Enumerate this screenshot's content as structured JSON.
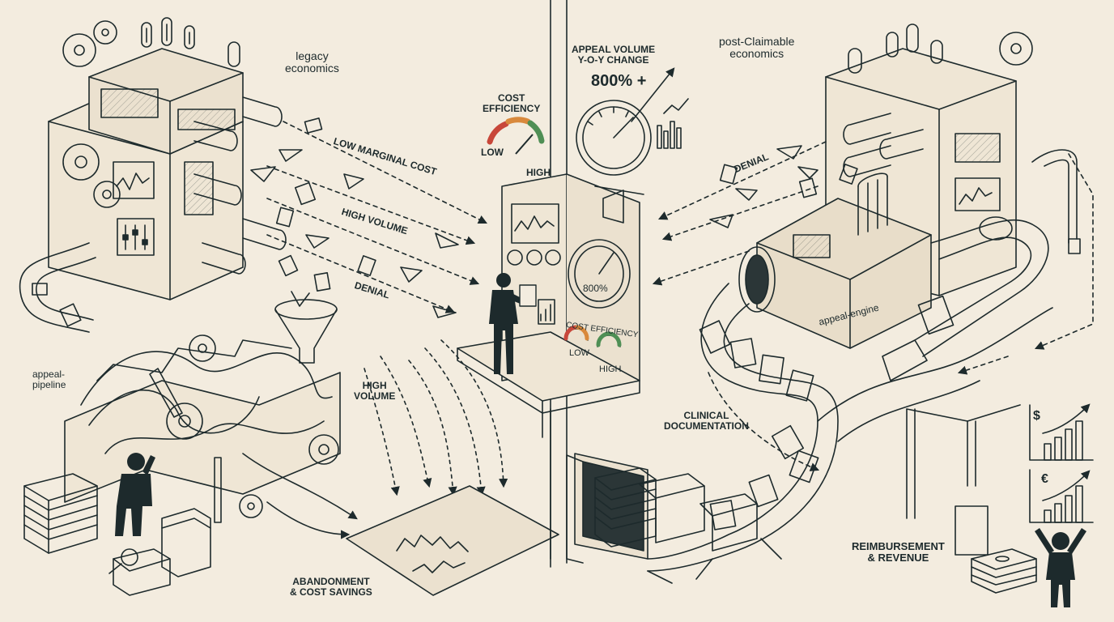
{
  "labels": {
    "legacy_economics": "legacy\neconomics",
    "post_economics": "post-Claimable\neconomics",
    "low_marginal_cost": "LOW MARGINAL COST",
    "high_volume_left": "HIGH VOLUME",
    "denial_left": "DENIAL",
    "high_volume_lower": "HIGH\nVOLUME",
    "appeal_pipeline": "appeal-\npipeline",
    "abandonment": "ABANDONMENT\n& COST SAVINGS",
    "cost_efficiency_top": "COST\nEFFICIENCY",
    "gauge_low": "LOW",
    "gauge_high": "HIGH",
    "appeal_volume": "APPEAL VOLUME\nY-O-Y CHANGE",
    "appeal_volume_value": "800% +",
    "dial_value": "800%",
    "cost_efficiency_panel": "COST EFFICIENCY",
    "panel_low": "LOW",
    "panel_high": "HIGH",
    "denial_right": "DENIAL",
    "appeal_engine": "appeal-engine",
    "clinical_documentation": "CLINICAL\nDOCUMENTATION",
    "reimbursement": "REIMBURSEMENT\n& REVENUE",
    "dollar_sign": "$",
    "euro_sign": "€"
  },
  "colors": {
    "ink": "#1d2a2c",
    "paper": "#f3ecdf",
    "gauge_red": "#c8473a",
    "gauge_green": "#4f8f55",
    "gauge_orange": "#d9893c"
  },
  "icons": [
    "paper-plane-icon",
    "document-icon",
    "gear-icon",
    "funnel-icon",
    "gauge-icon",
    "person-icon",
    "arrow-icon",
    "bar-chart-icon",
    "money-stack-icon"
  ]
}
